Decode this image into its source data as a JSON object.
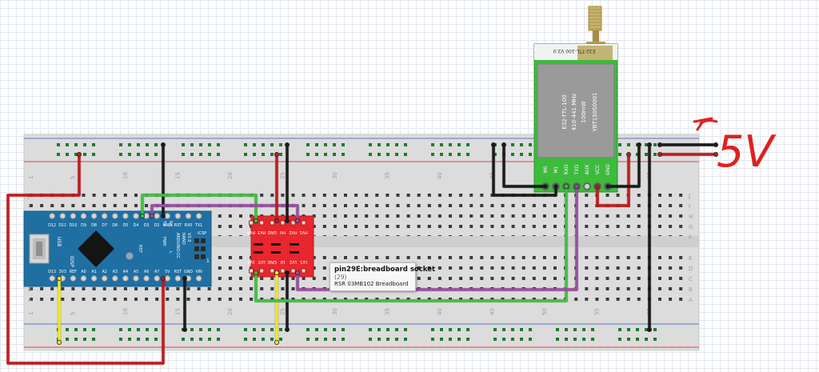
{
  "breadboard": {
    "row_letters_top": [
      "J",
      "I",
      "H",
      "G",
      "F"
    ],
    "row_letters_bottom": [
      "E",
      "D",
      "C",
      "B",
      "A"
    ],
    "column_numbers": [
      "1",
      "5",
      "10",
      "15",
      "20",
      "25",
      "30",
      "35",
      "40",
      "45",
      "50",
      "55",
      "60"
    ]
  },
  "arduino": {
    "top_pins": [
      "D12",
      "D11",
      "D10",
      "D9",
      "D8",
      "D7",
      "D6",
      "D5",
      "D4",
      "D3",
      "D2",
      "GND",
      "RST",
      "RX0",
      "TX1"
    ],
    "bottom_pins": [
      "D13",
      "3V3",
      "REF",
      "A0",
      "A1",
      "A2",
      "A3",
      "A4",
      "A5",
      "A6",
      "A7",
      "5V",
      "RST",
      "GND",
      "VIN"
    ],
    "usb_label": "USB",
    "iosp_label": "IOSP",
    "reset_label": "RST",
    "brand": "ARDUINO.CC",
    "model": "NANO",
    "version": "V3.0",
    "icsp_label": "ICSP",
    "pwr_label": "PWR",
    "tx_label": "TX",
    "rx_label": "RX",
    "l_label": "L",
    "pin1_label": "1",
    "board_color": "#1f6fa2"
  },
  "level_shifter": {
    "top_labels": [
      "HV4",
      "HV3",
      "GND",
      "HV",
      "HV2",
      "HV1"
    ],
    "bottom_labels": [
      "LV4",
      "LV3",
      "GND",
      "LV",
      "LV2",
      "LV1"
    ],
    "board_color": "#e8262d"
  },
  "lora_module": {
    "header_label": "E32-TTL-100 V2.0",
    "chip_lines": [
      "E32-TTL-100",
      "410-441 MHz",
      "100mW",
      "YBT150S0001"
    ],
    "pins": [
      "M0",
      "M1",
      "RXD",
      "TXD",
      "AUX",
      "VCC",
      "GND"
    ],
    "board_color": "#3dbb3d"
  },
  "annotation": {
    "text": "5V",
    "color": "#e02020"
  },
  "tooltip": {
    "title": "pin29E:breadboard socket",
    "subtitle": "(29)",
    "part": "RSR 03MB102 Breadboard"
  },
  "wire_colors": {
    "red": "#c8191b",
    "black": "#1b1b1b",
    "green": "#3cc43c",
    "yellow": "#f2ec1e",
    "purple": "#9b4fa4"
  }
}
